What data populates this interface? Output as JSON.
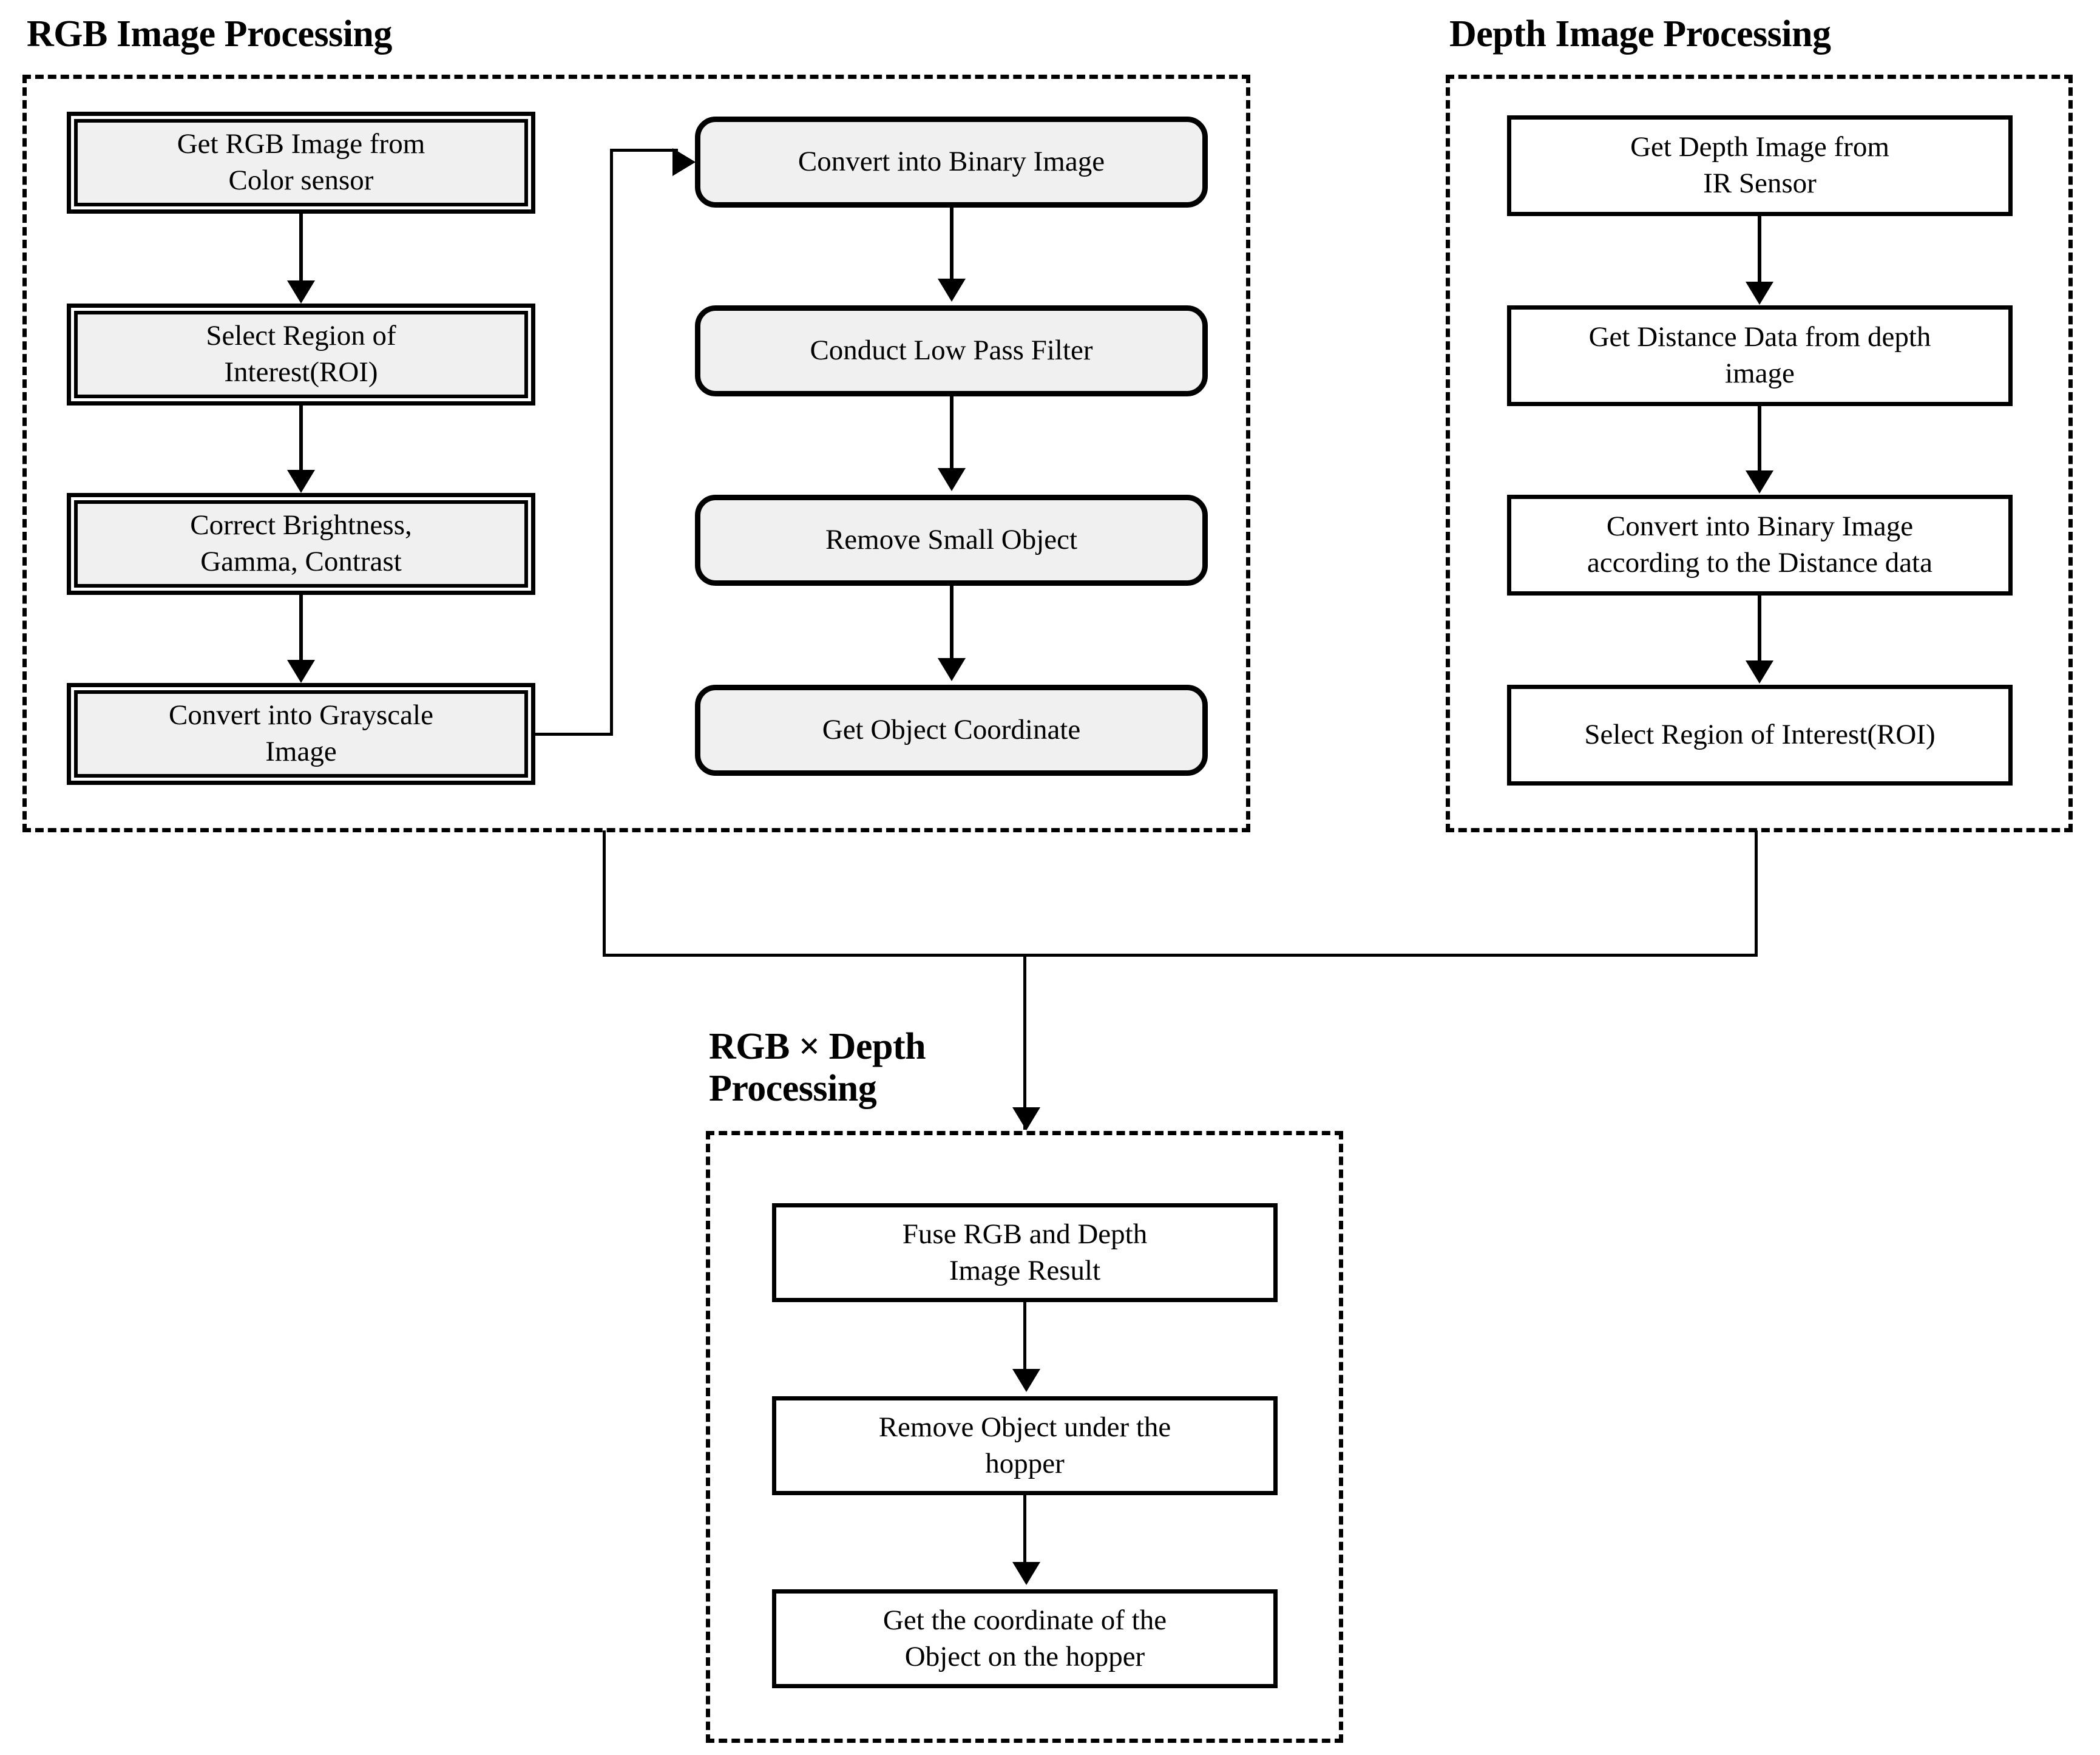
{
  "diagram": {
    "title_rgb": "RGB Image Processing",
    "title_depth": "Depth Image Processing",
    "title_fusion": "RGB × Depth\nProcessing"
  },
  "rgb_section": {
    "label": "RGB Image Processing",
    "left_column": [
      {
        "id": "get-rgb-image",
        "text": "Get RGB Image from\nColor sensor"
      },
      {
        "id": "select-roi",
        "text": "Select Region of\nInterest(ROI)"
      },
      {
        "id": "correct-brightness",
        "text": "Correct Brightness,\nGamma, Contrast"
      },
      {
        "id": "convert-grayscale",
        "text": "Convert into Grayscale\nImage"
      }
    ],
    "middle_column": [
      {
        "id": "convert-binary",
        "text": "Convert into Binary Image"
      },
      {
        "id": "low-pass-filter",
        "text": "Conduct Low Pass Filter"
      },
      {
        "id": "remove-small-object",
        "text": "Remove Small Object"
      },
      {
        "id": "get-object-coordinate",
        "text": "Get Object Coordinate"
      }
    ]
  },
  "depth_section": {
    "label": "Depth Image Processing",
    "steps": [
      {
        "id": "get-depth-image",
        "text": "Get Depth Image from\nIR Sensor"
      },
      {
        "id": "get-distance-data",
        "text": "Get Distance Data from depth\nimage"
      },
      {
        "id": "convert-binary-distance",
        "text": "Convert into Binary Image\naccording to the Distance data"
      },
      {
        "id": "select-roi-depth",
        "text": "Select Region of Interest(ROI)"
      }
    ]
  },
  "fusion_section": {
    "label": "RGB × Depth\nProcessing",
    "steps": [
      {
        "id": "fuse-rgb-depth",
        "text": "Fuse RGB and Depth\nImage Result"
      },
      {
        "id": "remove-object-hopper",
        "text": "Remove Object under the\nhopper"
      },
      {
        "id": "get-coordinate-hopper",
        "text": "Get the coordinate of the\nObject on the hopper"
      }
    ]
  },
  "colors": {
    "node_fill_gray": "#f0f0f0",
    "node_fill_white": "#ffffff",
    "stroke": "#000000",
    "background": "#ffffff"
  }
}
